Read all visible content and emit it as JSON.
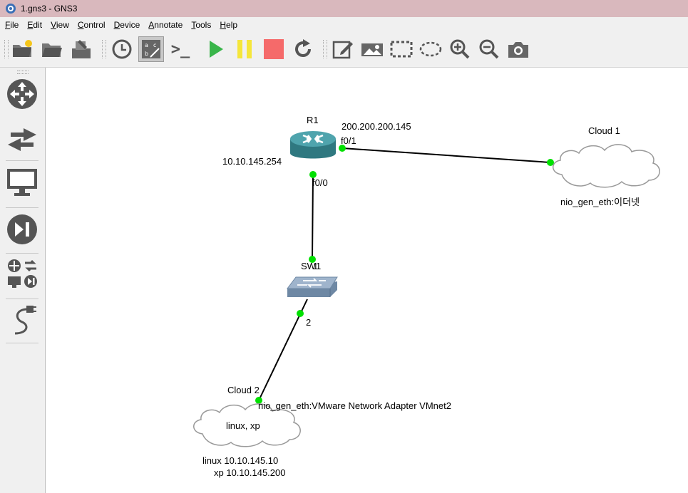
{
  "window": {
    "title": "1.gns3 - GNS3"
  },
  "menu": [
    {
      "pre": "",
      "u": "F",
      "post": "ile"
    },
    {
      "pre": "",
      "u": "E",
      "post": "dit"
    },
    {
      "pre": "",
      "u": "V",
      "post": "iew"
    },
    {
      "pre": "",
      "u": "C",
      "post": "ontrol"
    },
    {
      "pre": "",
      "u": "D",
      "post": "evice"
    },
    {
      "pre": "",
      "u": "A",
      "post": "nnotate"
    },
    {
      "pre": "",
      "u": "T",
      "post": "ools"
    },
    {
      "pre": "",
      "u": "H",
      "post": "elp"
    }
  ],
  "toolbar": {
    "console_label": ">_"
  },
  "colors": {
    "port": "#00e000",
    "play": "#39b54a",
    "pause": "#f5e63a",
    "stop": "#f56a6a",
    "router": "#3f8f98"
  },
  "topology": {
    "r1": {
      "name": "R1",
      "ip_left": "10.10.145.254",
      "ip_right": "200.200.200.145",
      "port_f0_0": "f0/0",
      "port_f0_1": "f0/1"
    },
    "cloud1": {
      "name": "Cloud 1",
      "nio": "nio_gen_eth:이더넷"
    },
    "sw1": {
      "name": "SW1",
      "port_1": "1",
      "port_2": "2"
    },
    "cloud2": {
      "name": "Cloud 2",
      "inner": "linux, xp",
      "nio": "nio_gen_eth:VMware Network Adapter VMnet2",
      "note_line1": "linux 10.10.145.10",
      "note_line2": "xp 10.10.145.200"
    }
  }
}
